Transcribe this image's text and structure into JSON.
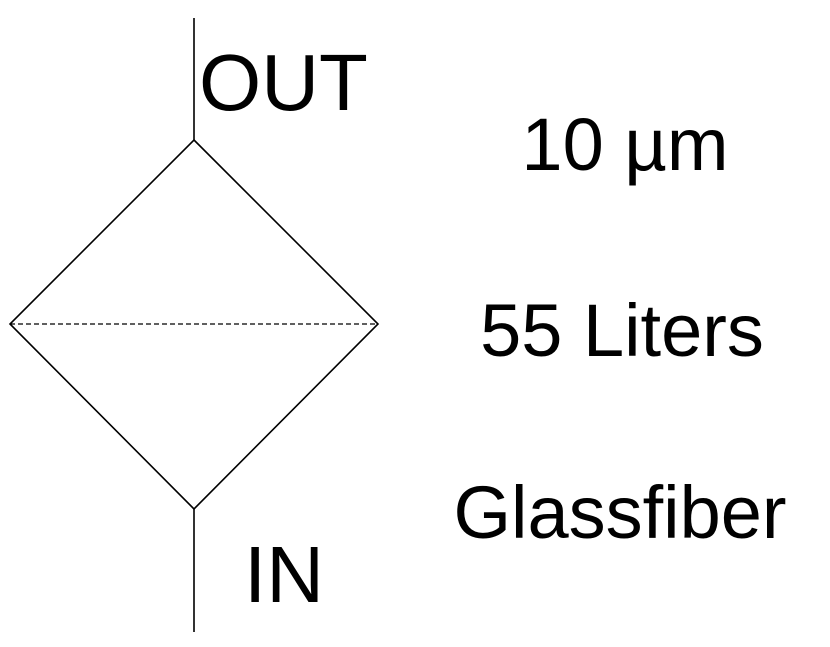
{
  "diagram": {
    "symbol": "filter",
    "ports": {
      "outlet_label": "OUT",
      "inlet_label": "IN"
    },
    "specs": [
      {
        "id": "rating",
        "text": "10 µm"
      },
      {
        "id": "capacity",
        "text": "55 Liters"
      },
      {
        "id": "material",
        "text": "Glassfiber"
      }
    ],
    "colors": {
      "line": "#000000",
      "background": "#ffffff"
    }
  }
}
